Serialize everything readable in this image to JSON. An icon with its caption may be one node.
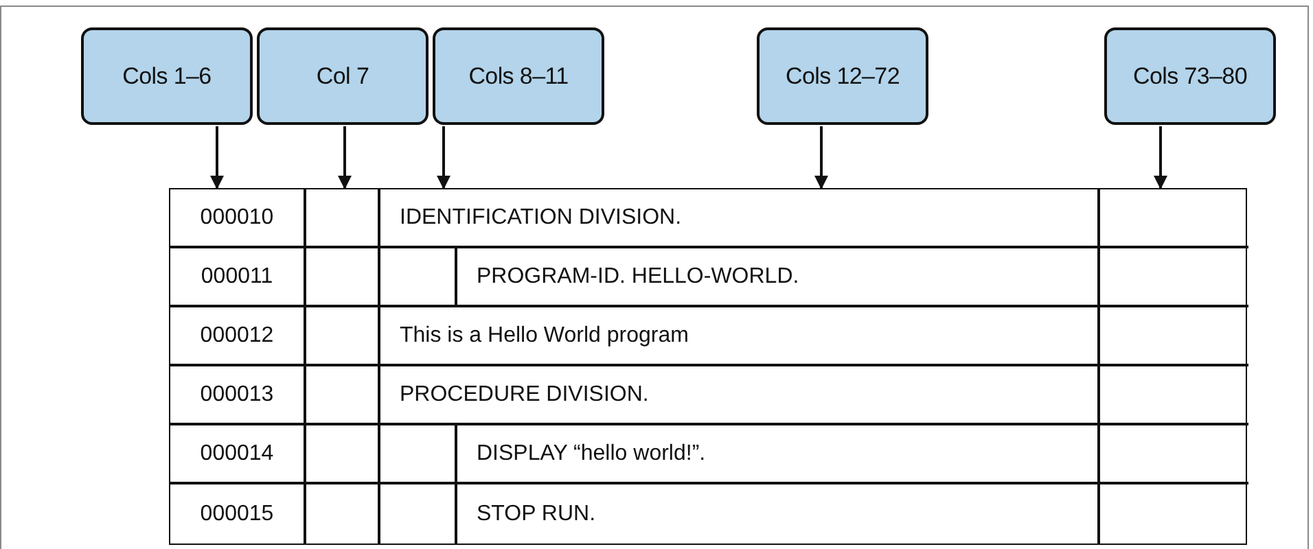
{
  "diagram": {
    "nodes": [
      {
        "text": [
          "Cols 1–6"
        ]
      },
      {
        "text": [
          "Col 7"
        ]
      },
      {
        "text": [
          "Cols 8–11"
        ]
      },
      {
        "text": [
          "Cols 12–72"
        ]
      },
      {
        "text": [
          "Cols 73–80"
        ]
      },
      {
        "text": [
          "000010"
        ]
      },
      {
        "text": [],
        "shape": "box"
      },
      {
        "text": [
          "IDENTIFICATION DIVISION."
        ]
      },
      {
        "text": [],
        "shape": "box"
      }
    ],
    "edges": [
      {
        "from": 0,
        "to": 5,
        "arrow": "to"
      },
      {
        "from": 1,
        "to": 6,
        "arrow": "to"
      },
      {
        "from": 2,
        "to": 7,
        "arrow": "to"
      },
      {
        "from": 3,
        "to": 7,
        "arrow": "to"
      },
      {
        "from": 4,
        "to": 8,
        "arrow": "to"
      }
    ],
    "labels": [
      "000011",
      "PROGRAM-ID. HELLO-WORLD.",
      "000012",
      "This is a Hello World program",
      "000013",
      "PROCEDURE DIVISION.",
      "000014",
      "DISPLAY “hello world!”.",
      "000015",
      "STOP RUN."
    ]
  }
}
